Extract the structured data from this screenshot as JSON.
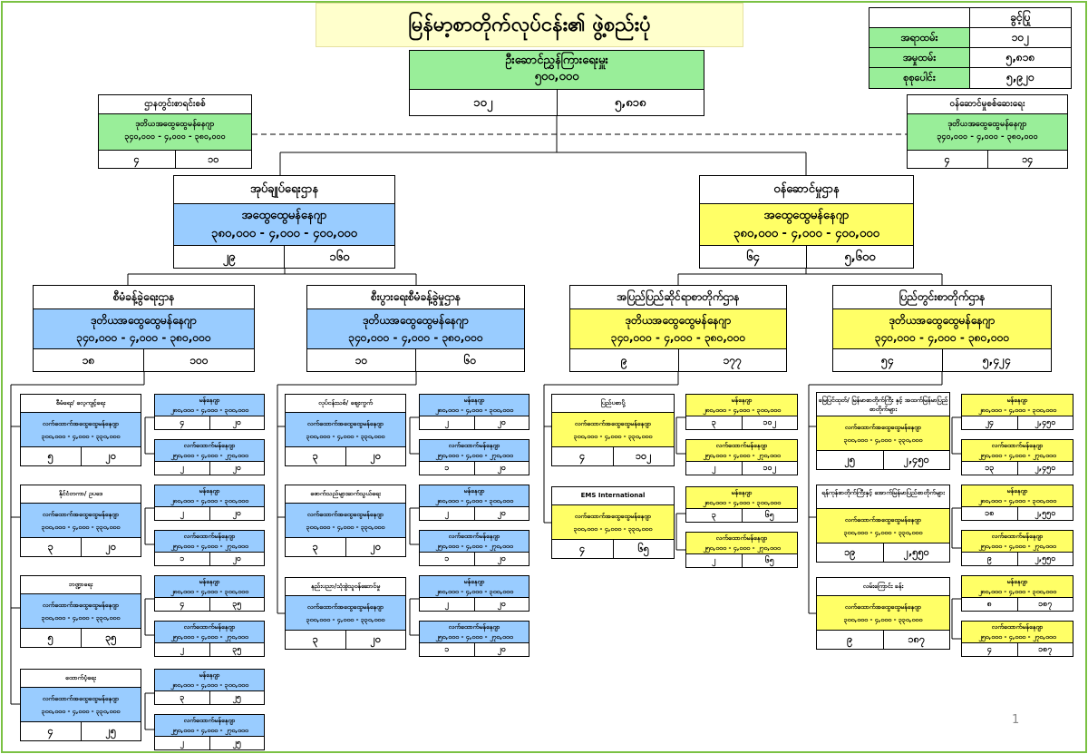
{
  "title": "မြန်မာ့စာတိုက်လုပ်ငန်း၏ ဖွဲ့စည်းပုံ",
  "legend": {
    "rows": [
      {
        "k": "",
        "v": "ခွင့်ပြု"
      },
      {
        "k": "အရာထမ်း",
        "v": "၁၀၂"
      },
      {
        "k": "အမှုထမ်း",
        "v": "၅,၈၁၈"
      },
      {
        "k": "စုစုပေါင်း",
        "v": "၅,၉၂၀"
      }
    ]
  },
  "top": {
    "title": "ဦးဆောင်ညွှန်ကြားရေးမှူး",
    "salary": "၅၀၀,၀၀၀",
    "a": "၁၀၂",
    "b": "၅,၈၁၈"
  },
  "side_left": {
    "title": "ဌာနတွင်းစာရင်းစစ်",
    "subtitle": "ဒုတိယအထွေထွေမန်နေဂျာ",
    "salary": "၃၄၀,၀၀၀ - ၄,၀၀၀ - ၃၈၀,၀၀၀",
    "a": "၄",
    "b": "၁၀"
  },
  "side_right": {
    "title": "ဝန်ဆောင်မှုစစ်ဆေးရေး",
    "subtitle": "ဒုတိယအထွေထွေမန်နေဂျာ",
    "salary": "၃၄၀,၀၀၀ - ၄,၀၀၀ - ၃၈၀,၀၀၀",
    "a": "၄",
    "b": "၁၄"
  },
  "dept_left": {
    "title": "အုပ်ချုပ်ရေးဌာန",
    "subtitle": "အထွေထွေမန်နေဂျာ",
    "salary": "၃၈၀,၀၀၀ - ၄,၀၀၀ - ၄၀၀,၀၀၀",
    "a": "၂၉",
    "b": "၁၆၀"
  },
  "dept_right": {
    "title": "ဝန်ဆောင်မှုဌာန",
    "subtitle": "အထွေထွေမန်နေဂျာ",
    "salary": "၃၈၀,၀၀၀ - ၄,၀၀၀ - ၄၀၀,၀၀၀",
    "a": "၆၄",
    "b": "၅,၆၀၀"
  },
  "divisions": [
    {
      "title": "စီမံခန့်ခွဲရေးဌာန",
      "subtitle": "ဒုတိယအထွေထွေမန်နေဂျာ",
      "salary": "၃၄၀,၀၀၀ - ၄,၀၀၀ - ၃၈၀,၀၀၀",
      "a": "၁၈",
      "b": "၁၀၀"
    },
    {
      "title": "စီးပွားရေးစီမံခန့်ခွဲမှုဌာန",
      "subtitle": "ဒုတိယအထွေထွေမန်နေဂျာ",
      "salary": "၃၄၀,၀၀၀ - ၄,၀၀၀ - ၃၈၀,၀၀၀",
      "a": "၁၀",
      "b": "၆၀"
    },
    {
      "title": "အပြည်ပြည်ဆိုင်ရာစာတိုက်ဌာန",
      "subtitle": "ဒုတိယအထွေထွေမန်နေဂျာ",
      "salary": "၃၄၀,၀၀၀ - ၄,၀၀၀ - ၃၈၀,၀၀၀",
      "a": "၉",
      "b": "၁၇၇"
    },
    {
      "title": "ပြည်တွင်းစာတိုက်ဌာန",
      "subtitle": "ဒုတိယအထွေထွေမန်နေဂျာ",
      "salary": "၃၄၀,၀၀၀ - ၄,၀၀၀ - ၃၈၀,၀၀၀",
      "a": "၅၄",
      "b": "၅,၄၂၄"
    }
  ],
  "units": [
    {
      "title": "စီမံရေး/ လေ့ကျင့်ရေး",
      "subtitle": "လက်ထောက်အထွေထွေမန်နေဂျာ",
      "salary": "၃၀၀,၀၀၀ - ၄,၀၀၀ - ၃၃၀,၀၀၀",
      "a": "၅",
      "b": "၂၀"
    },
    {
      "title": "နိုင်ငံတကာ/ ဥပဒေ",
      "subtitle": "လက်ထောက်အထွေထွေမန်နေဂျာ",
      "salary": "၃၀၀,၀၀၀ - ၄,၀၀၀ - ၃၃၀,၀၀၀",
      "a": "၃",
      "b": "၂၀"
    },
    {
      "title": "ဘဏ္ဍာရေး",
      "subtitle": "လက်ထောက်အထွေထွေမန်နေဂျာ",
      "salary": "၃၀၀,၀၀၀ - ၄,၀၀၀ - ၃၃၀,၀၀၀",
      "a": "၅",
      "b": "၃၅"
    },
    {
      "title": "ထောက်ပံ့ရေး",
      "subtitle": "လက်ထောက်အထွေထွေမန်နေဂျာ",
      "salary": "၃၀၀,၀၀၀ - ၄,၀၀၀ - ၃၃၀,၀၀၀",
      "a": "၄",
      "b": "၂၅"
    },
    {
      "title": "လုပ်ငန်းသစ်/ စျေးကွက်",
      "subtitle": "လက်ထောက်အထွေထွေမန်နေဂျာ",
      "salary": "၃၀၀,၀၀၀ - ၄,၀၀၀ - ၃၃၀,၀၀၀",
      "a": "၃",
      "b": "၂၀"
    },
    {
      "title": "ဖောက်သည်များဆက်သွယ်ရေး",
      "subtitle": "လက်ထောက်အထွေထွေမန်နေဂျာ",
      "salary": "၃၀၀,၀၀၀ - ၄,၀၀၀ - ၃၃၀,၀၀၀",
      "a": "၃",
      "b": "၂၀"
    },
    {
      "title": "နည်းပညာ/သုံးစွဲသူဝန်ဆောင်မှု",
      "subtitle": "လက်ထောက်အထွေထွေမန်နေဂျာ",
      "salary": "၃၀၀,၀၀၀ - ၄,၀၀၀ - ၃၃၀,၀၀၀",
      "a": "၃",
      "b": "၂၀"
    },
    {
      "title": "ပြည်ပစာပို့",
      "subtitle": "လက်ထောက်အထွေထွေမန်နေဂျာ",
      "salary": "၃၀၀,၀၀၀ - ၄,၀၀၀ - ၃၃၀,၀၀၀",
      "a": "၄",
      "b": "၁၀၂"
    },
    {
      "title": "EMS International",
      "subtitle": "လက်ထောက်အထွေထွေမန်နေဂျာ",
      "salary": "၃၀၀,၀၀၀ - ၄,၀၀၀ - ၃၃၀,၀၀၀",
      "a": "၄",
      "b": "၆၅"
    },
    {
      "title": "မြေပြင်ထုတ်/ မြန်မာစာတိုက်ကြီး နှင့် အထက်မြန်မာပြည်စာတိုက်များ",
      "subtitle": "လက်ထောက်အထွေထွေမန်နေဂျာ",
      "salary": "၃၀၀,၀၀၀ - ၄,၀၀၀ - ၃၃၀,၀၀၀",
      "a": "၂၅",
      "b": "၂,၄၅၀"
    },
    {
      "title": "ရန်ကုန်စာတိုက်ကြီးနှင့် အောက်မြန်မာပြည်စာတိုက်များ",
      "subtitle": "လက်ထောက်အထွေထွေမန်နေဂျာ",
      "salary": "၃၀၀,၀၀၀ - ၄,၀၀၀ - ၃၃၀,၀၀၀",
      "a": "၁၉",
      "b": "၂,၅၅၀"
    },
    {
      "title": "လမ်းကြောင်း ခန်း",
      "subtitle": "လက်ထောက်အထွေထွေမန်နေဂျာ",
      "salary": "၃၀၀,၀၀၀ - ၄,၀၀၀ - ၃၃၀,၀၀၀",
      "a": "၉",
      "b": "၁၈၇"
    }
  ],
  "managers": [
    {
      "title": "မန်နေဂျာ",
      "salary": "၂၈၀,၀၀၀ - ၄,၀၀၀ - ၃၀၀,၀၀၀",
      "a": "၄",
      "b": "၂၀"
    },
    {
      "title": "လက်ထောက်မန်နေဂျာ",
      "salary": "၂၅၀,၀၀၀ - ၄,၀၀၀ - ၂၇၀,၀၀၀",
      "a": "၂",
      "b": "၂၀"
    },
    {
      "title": "မန်နေဂျာ",
      "salary": "၂၈၀,၀၀၀ - ၄,၀၀၀ - ၃၀၀,၀၀၀",
      "a": "၂",
      "b": "၂၀"
    },
    {
      "title": "လက်ထောက်မန်နေဂျာ",
      "salary": "၂၅၀,၀၀၀ - ၄,၀၀၀ - ၂၇၀,၀၀၀",
      "a": "၁",
      "b": "၂၀"
    },
    {
      "title": "မန်နေဂျာ",
      "salary": "၂၈၀,၀၀၀ - ၄,၀၀၀ - ၃၀၀,၀၀၀",
      "a": "၄",
      "b": "၃၅"
    },
    {
      "title": "လက်ထောက်မန်နေဂျာ",
      "salary": "၂၅၀,၀၀၀ - ၄,၀၀၀ - ၂၇၀,၀၀၀",
      "a": "၂",
      "b": "၃၅"
    },
    {
      "title": "မန်နေဂျာ",
      "salary": "၂၈၀,၀၀၀ - ၄,၀၀၀ - ၃၀၀,၀၀၀",
      "a": "၃",
      "b": "၂၅"
    },
    {
      "title": "လက်ထောက်မန်နေဂျာ",
      "salary": "၂၅၀,၀၀၀ - ၄,၀၀၀ - ၂၇၀,၀၀၀",
      "a": "၂",
      "b": "၂၅"
    },
    {
      "title": "မန်နေဂျာ",
      "salary": "၂၈၀,၀၀၀ - ၄,၀၀၀ - ၃၀၀,၀၀၀",
      "a": "၂",
      "b": "၂၀"
    },
    {
      "title": "လက်ထောက်မန်နေဂျာ",
      "salary": "၂၅၀,၀၀၀ - ၄,၀၀၀ - ၂၇၀,၀၀၀",
      "a": "၁",
      "b": "၂၀"
    },
    {
      "title": "မန်နေဂျာ",
      "salary": "၂၈၀,၀၀၀ - ၄,၀၀၀ - ၃၀၀,၀၀၀",
      "a": "၂",
      "b": "၂၀"
    },
    {
      "title": "လက်ထောက်မန်နေဂျာ",
      "salary": "၂၅၀,၀၀၀ - ၄,၀၀၀ - ၂၇၀,၀၀၀",
      "a": "၁",
      "b": "၂၀"
    },
    {
      "title": "မန်နေဂျာ",
      "salary": "၂၈၀,၀၀၀ - ၄,၀၀၀ - ၃၀၀,၀၀၀",
      "a": "၂",
      "b": "၂၀"
    },
    {
      "title": "လက်ထောက်မန်နေဂျာ",
      "salary": "၂၅၀,၀၀၀ - ၄,၀၀၀ - ၂၇၀,၀၀၀",
      "a": "၁",
      "b": "၂၀"
    },
    {
      "title": "မန်နေဂျာ",
      "salary": "၂၈၀,၀၀၀ - ၄,၀၀၀ - ၃၀၀,၀၀၀",
      "a": "၃",
      "b": "၁၀၂"
    },
    {
      "title": "လက်ထောက်မန်နေဂျာ",
      "salary": "၂၅၀,၀၀၀ - ၄,၀၀၀ - ၂၇၀,၀၀၀",
      "a": "၂",
      "b": "၁၀၂"
    },
    {
      "title": "မန်နေဂျာ",
      "salary": "၂၈၀,၀၀၀ - ၄,၀၀၀ - ၃၀၀,၀၀၀",
      "a": "၃",
      "b": "၆၅"
    },
    {
      "title": "လက်ထောက်မန်နေဂျာ",
      "salary": "၂၅၀,၀၀၀ - ၄,၀၀၀ - ၂၇၀,၀၀၀",
      "a": "၂",
      "b": "၆၅"
    },
    {
      "title": "မန်နေဂျာ",
      "salary": "၂၈၀,၀၀၀ - ၄,၀၀၀ - ၃၀၀,၀၀၀",
      "a": "၂၄",
      "b": "၂,၄၅၀"
    },
    {
      "title": "လက်ထောက်မန်နေဂျာ",
      "salary": "၂၅၀,၀၀၀ - ၄,၀၀၀ - ၂၇၀,၀၀၀",
      "a": "၁၃",
      "b": "၂,၄၅၀"
    },
    {
      "title": "မန်နေဂျာ",
      "salary": "၂၈၀,၀၀၀ - ၄,၀၀၀ - ၃၀၀,၀၀၀",
      "a": "၁၈",
      "b": "၂,၅၅၀"
    },
    {
      "title": "လက်ထောက်မန်နေဂျာ",
      "salary": "၂၅၀,၀၀၀ - ၄,၀၀၀ - ၂၇၀,၀၀၀",
      "a": "၉",
      "b": "၂,၅၅၀"
    },
    {
      "title": "မန်နေဂျာ",
      "salary": "၂၈၀,၀၀၀ - ၄,၀၀၀ - ၃၀၀,၀၀၀",
      "a": "၈",
      "b": "၁၈၇"
    },
    {
      "title": "လက်ထောက်မန်နေဂျာ",
      "salary": "၂၅၀,၀၀၀ - ၄,၀၀၀ - ၂၇၀,၀၀၀",
      "a": "၄",
      "b": "၁၈၇"
    }
  ],
  "page_number": "1",
  "colors": {
    "green": "#99ee99",
    "blue": "#99ccff",
    "yellow": "#ffff66",
    "border": "#7ac143"
  }
}
